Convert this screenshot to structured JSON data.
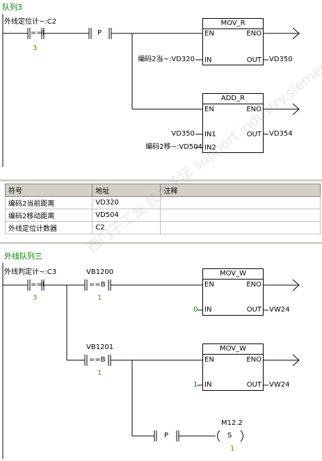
{
  "network1": {
    "title": "队列3",
    "contact1": {
      "symbol": "外线定位计~:C2",
      "op": "==I",
      "value": "3"
    },
    "contact2": {
      "op": "P"
    },
    "box1": {
      "name": "MOV_R",
      "en": "EN",
      "eno": "ENO",
      "in": "IN",
      "out": "OUT",
      "in_val": "编码2当~:VD320",
      "out_val": "VD350"
    },
    "box2": {
      "name": "ADD_R",
      "en": "EN",
      "eno": "ENO",
      "in1": "IN1",
      "in2": "IN2",
      "out": "OUT",
      "in1_val": "VD350",
      "in2_val": "编码2移~:VD504",
      "out_val": "VD354"
    }
  },
  "symbol_table": {
    "headers": [
      "符号",
      "地址",
      "注释"
    ],
    "rows": [
      [
        "编码2当前距离",
        "VD320",
        ""
      ],
      [
        "编码2移动距离",
        "VD504",
        ""
      ],
      [
        "外线定位计数器",
        "C2",
        ""
      ]
    ]
  },
  "network2": {
    "title": "外线队列三",
    "contact1": {
      "symbol": "外线判定计~:C3",
      "op": "==I",
      "value": "3"
    },
    "contact2": {
      "symbol": "VB1200",
      "op": "==B",
      "value": "1"
    },
    "contact3": {
      "symbol": "VB1201",
      "op": "==B",
      "value": "1"
    },
    "contact4": {
      "op": "P"
    },
    "box1": {
      "name": "MOV_W",
      "en": "EN",
      "eno": "ENO",
      "in": "IN",
      "out": "OUT",
      "in_val": "0",
      "out_val": "VW24"
    },
    "box2": {
      "name": "MOV_W",
      "en": "EN",
      "eno": "ENO",
      "in": "IN",
      "out": "OUT",
      "in_val": "1",
      "out_val": "VW24"
    },
    "coil": {
      "symbol": "M12.2",
      "op": "S",
      "value": "1"
    }
  },
  "watermark": "西门子工业 技术论坛 support.industry.siemens.com/cs"
}
